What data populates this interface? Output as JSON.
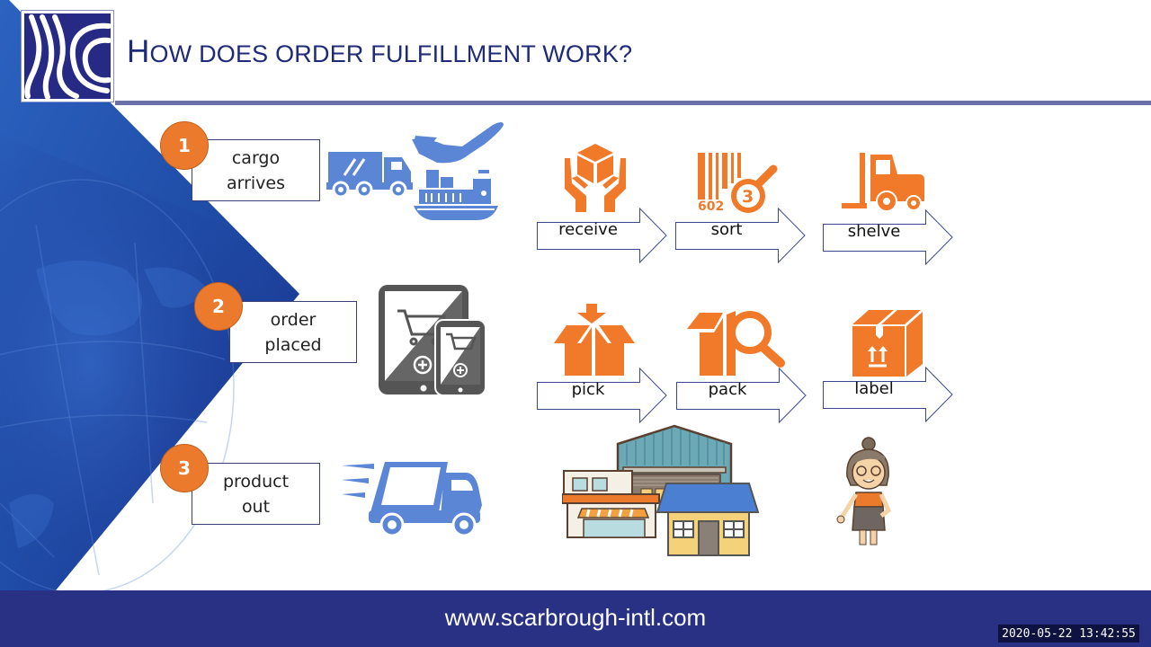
{
  "slide": {
    "title_first_letter": "H",
    "title_rest": "OW DOES ORDER FULFILLMENT WORK?",
    "title_full": "How does order fulfillment work?"
  },
  "logo": {
    "name": "scarbrough-logo-icon"
  },
  "steps": [
    {
      "number": "1",
      "line1": "cargo",
      "line2": "arrives",
      "icons": [
        "truck-icon",
        "airplane-icon",
        "cargo-ship-icon"
      ]
    },
    {
      "number": "2",
      "line1": "order",
      "line2": "placed",
      "icons": [
        "tablet-shopping-cart-icon",
        "phone-shopping-cart-icon"
      ]
    },
    {
      "number": "3",
      "line1": "product",
      "line2": "out",
      "icons": [
        "delivery-truck-icon"
      ]
    }
  ],
  "process_row_1": [
    {
      "label": "receive",
      "icon": "hands-holding-box-icon"
    },
    {
      "label": "sort",
      "icon": "barcode-magnifier-icon"
    },
    {
      "label": "shelve",
      "icon": "forklift-icon"
    }
  ],
  "process_row_2": [
    {
      "label": "pick",
      "icon": "box-with-down-arrow-icon"
    },
    {
      "label": "pack",
      "icon": "box-magnifier-icon"
    },
    {
      "label": "label",
      "icon": "labeled-box-icon"
    }
  ],
  "destination_icons": [
    "warehouse-store-house-illustration",
    "customer-woman-illustration"
  ],
  "footer": {
    "url": "www.scarbrough-intl.com",
    "timestamp": "2020-05-22 13:42:55"
  },
  "colors": {
    "navy": "#283184",
    "title": "#1f2a78",
    "orange": "#ec7a2c",
    "icon_orange": "#f07a2a",
    "icon_blue": "#5b86d6",
    "icon_gray": "#555555",
    "rule": "#6a6fa8"
  }
}
